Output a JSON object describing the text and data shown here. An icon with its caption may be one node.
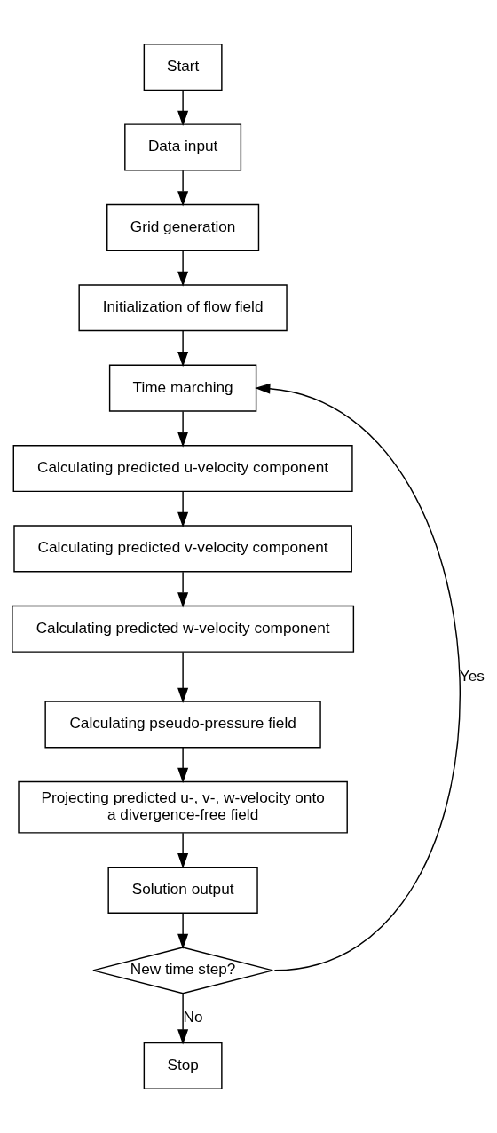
{
  "diagram": {
    "nodes": [
      {
        "text": [
          "Start"
        ]
      },
      {
        "text": [
          "Data input"
        ]
      },
      {
        "text": [
          "Grid generation"
        ]
      },
      {
        "text": [
          "Initialization of flow field"
        ]
      },
      {
        "text": [
          "Time marching"
        ]
      },
      {
        "text": [
          "Calculating predicted u-velocity component"
        ]
      },
      {
        "text": [
          "Calculating predicted v-velocity component"
        ]
      },
      {
        "text": [
          "Calculating predicted w-velocity component"
        ]
      },
      {
        "text": [
          "Calculating pseudo-pressure field"
        ]
      },
      {
        "text": [
          "Projecting predicted u-, v-, w-velocity onto a divergence-free field"
        ]
      },
      {
        "text": [
          "Solution output"
        ]
      },
      {
        "text": [
          "New time step?"
        ]
      },
      {
        "text": [
          "Stop"
        ]
      }
    ],
    "edges": [
      {
        "from": 0,
        "to": 1,
        "arrow": "to"
      },
      {
        "from": 1,
        "to": 2,
        "arrow": "to"
      },
      {
        "from": 2,
        "to": 3,
        "arrow": "to"
      },
      {
        "from": 3,
        "to": 4,
        "arrow": "to"
      },
      {
        "from": 4,
        "to": 5,
        "arrow": "to"
      },
      {
        "from": 5,
        "to": 6,
        "arrow": "to"
      },
      {
        "from": 6,
        "to": 7,
        "arrow": "to"
      },
      {
        "from": 7,
        "to": 8,
        "arrow": "to"
      },
      {
        "from": 8,
        "to": 9,
        "arrow": "to"
      },
      {
        "from": 9,
        "to": 10,
        "arrow": "to"
      },
      {
        "from": 10,
        "to": 11,
        "arrow": "to"
      },
      {
        "from": 11,
        "to": 4,
        "arrow": "to",
        "label": "Yes"
      },
      {
        "from": 11,
        "to": 12,
        "arrow": "to",
        "label": "No"
      }
    ]
  }
}
